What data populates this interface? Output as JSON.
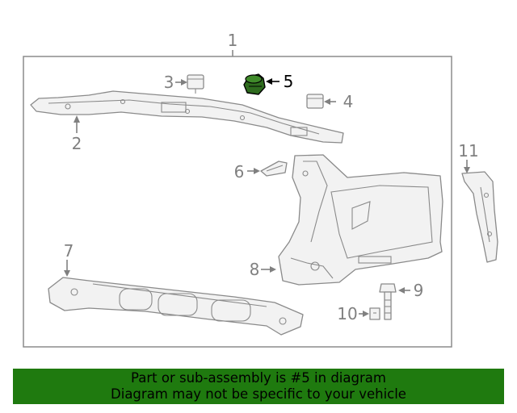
{
  "diagram": {
    "assembly_label": "1",
    "highlighted_part": "5",
    "callouts": {
      "c2": "2",
      "c3": "3",
      "c4": "4",
      "c5": "5",
      "c6": "6",
      "c7": "7",
      "c8": "8",
      "c9": "9",
      "c10": "10",
      "c11": "11"
    },
    "colors": {
      "line": "#808080",
      "highlight_part": "#2e6b1e",
      "banner": "#1f7a0f"
    }
  },
  "banner": {
    "line1": "Part or sub-assembly is #5 in diagram",
    "line2": "Diagram may not be specific to your vehicle"
  }
}
